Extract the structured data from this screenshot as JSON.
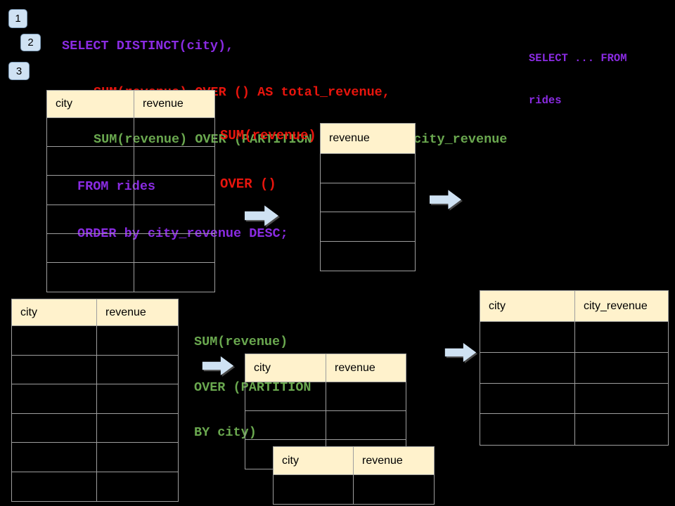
{
  "steps": {
    "one": "1",
    "two": "2",
    "three": "3"
  },
  "sql": {
    "line1": "SELECT DISTINCT(city),",
    "line2": "SUM(revenue) OVER () AS total_revenue,",
    "line3": "SUM(revenue) OVER (PARTITION BY city) as city_revenue",
    "line4": "FROM rides",
    "line5": "ORDER by city_revenue DESC;"
  },
  "side_note": {
    "line1": "SELECT ... FROM",
    "line2": "rides"
  },
  "labels": {
    "total": {
      "line1": "SUM(revenue)",
      "line2": "OVER ()"
    },
    "partition": {
      "line1": "SUM(revenue)",
      "line2": "OVER (PARTITION",
      "line3": "BY city)"
    }
  },
  "tables": {
    "source_top": {
      "headers": [
        "city",
        "revenue"
      ],
      "rows": 6
    },
    "total_revenue": {
      "headers": [
        "revenue"
      ],
      "rows": 4
    },
    "source_bottom": {
      "headers": [
        "city",
        "revenue"
      ],
      "rows": 6
    },
    "partition_mid": {
      "headers": [
        "city",
        "revenue"
      ],
      "rows": 3
    },
    "partition_overlay": {
      "headers": [
        "city",
        "revenue"
      ],
      "rows": 1
    },
    "result": {
      "headers": [
        "city",
        "city_revenue"
      ],
      "rows": 4
    }
  },
  "colors": {
    "background": "#000000",
    "keyword_purple": "#8A2BE2",
    "total_red": "#E8150D",
    "partition_green": "#6AA84F",
    "header_fill": "#FFF2CC",
    "table_border": "#9E9E9E",
    "arrow_fill": "#CFE2F3",
    "badge_fill": "#CFE2F3"
  }
}
